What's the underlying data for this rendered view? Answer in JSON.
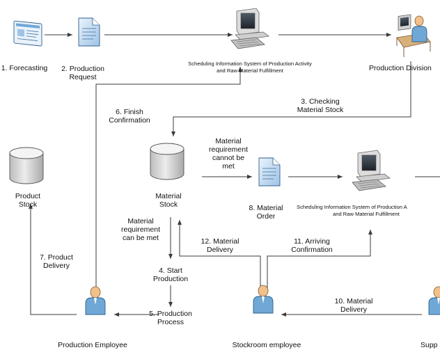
{
  "diagram": {
    "nodes": {
      "forecasting": {
        "label": "1. Forecasting",
        "icon": "web-page-icon"
      },
      "production_request": {
        "label_lines": [
          "2. Production",
          "Request"
        ],
        "icon": "document-icon"
      },
      "system_top": {
        "label_lines": [
          "Scheduling Information System of Production Activity",
          "and Raw Material Fulfillment"
        ],
        "icon": "computer-icon"
      },
      "production_division": {
        "label": "Production Division",
        "icon": "user-at-desk-icon"
      },
      "product_stock": {
        "label_lines": [
          "Product",
          "Stock"
        ],
        "icon": "database-icon"
      },
      "material_stock": {
        "label_lines": [
          "Material",
          "Stock"
        ],
        "icon": "database-icon"
      },
      "material_order": {
        "label_lines": [
          "8. Material",
          "Order"
        ],
        "icon": "document-icon"
      },
      "system_right": {
        "label_lines": [
          "Scheduling Information System of Production A",
          "and Raw Material Fulfillment"
        ],
        "icon": "computer-icon"
      },
      "production_employee": {
        "label": "Production Employee",
        "icon": "person-icon"
      },
      "stockroom_employee": {
        "label": "Stockroom employee",
        "icon": "person-icon"
      },
      "supplier": {
        "label": "Supp",
        "icon": "person-icon"
      }
    },
    "edge_labels": {
      "checking_stock": [
        "3. Checking",
        "Material Stock"
      ],
      "finish_confirmation": [
        "6. Finish",
        "Confirmation"
      ],
      "cannot_be_met": [
        "Material",
        "requirement",
        "cannot be",
        "met"
      ],
      "can_be_met": [
        "Material",
        "requirement",
        "can be met"
      ],
      "start_production": [
        "4. Start",
        "Production"
      ],
      "production_process": [
        "5. Production",
        "Process"
      ],
      "product_delivery": [
        "7. Product",
        "Delivery"
      ],
      "material_delivery_12": [
        "12. Material",
        "Delivery"
      ],
      "arriving_confirmation": [
        "11. Arriving",
        "Confirmation"
      ],
      "material_delivery_10": [
        "10. Material",
        "Delivery"
      ]
    },
    "colors": {
      "line": "#3a3a3a",
      "person_blue": "#6fa8d6",
      "person_skin": "#f2c08a",
      "doc_blue": "#cfe3f6",
      "cylinder_top": "#f4f4f4",
      "cylinder_body": "#cfcfcf"
    }
  }
}
